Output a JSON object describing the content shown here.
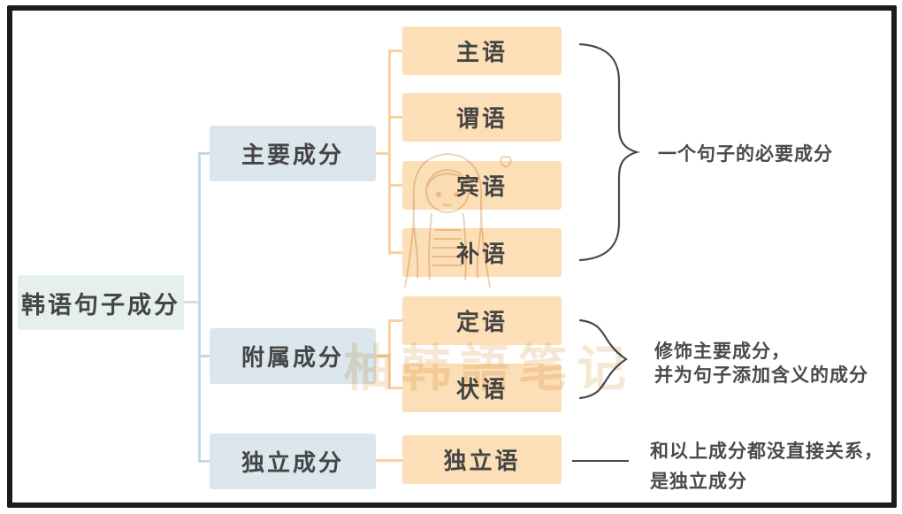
{
  "root": {
    "label": "韩语句子成分"
  },
  "branches": [
    {
      "label": "主要成分",
      "children": [
        "主语",
        "谓语",
        "宾语",
        "补语"
      ],
      "note_lines": [
        "一个句子的必要成分"
      ]
    },
    {
      "label": "附属成分",
      "children": [
        "定语",
        "状语"
      ],
      "note_lines": [
        "修饰主要成分，",
        "并为句子添加含义的成分"
      ]
    },
    {
      "label": "独立成分",
      "children": [
        "独立语"
      ],
      "note_lines": [
        "和以上成分都没直接关系，",
        "是独立成分"
      ]
    }
  ],
  "watermark": {
    "text": "柚韩語笔记",
    "icon": "girl-cartoon-with-heart"
  },
  "colors": {
    "frame": "#1c1c1c",
    "root_bg": "#e4f0e9",
    "branch_bg": "#dbe6ed",
    "child_bg": "#fcdfb7",
    "text": "#454545",
    "green_line": "#cfe5d8",
    "blue_line": "#c3dae4",
    "orange_line": "#f8d2a0",
    "note_ink": "#4a4a4a",
    "watermark": "#eccfa9"
  }
}
